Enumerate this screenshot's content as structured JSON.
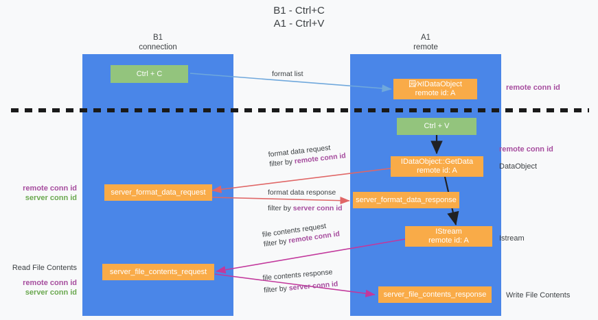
{
  "title": {
    "line1": "B1 - Ctrl+C",
    "line2": "A1 - Ctrl+V"
  },
  "lanes": [
    {
      "id": "b1",
      "title": "B1",
      "subtitle": "connection"
    },
    {
      "id": "a1",
      "title": "A1",
      "subtitle": "remote"
    }
  ],
  "nodes": {
    "ctrl_c": {
      "label": "Ctrl + C",
      "color": "#93c47d"
    },
    "ctrl_v": {
      "label": "Ctrl + V",
      "color": "#93c47d"
    },
    "data_object_remote": {
      "line1": "园⁄אIDataObject",
      "line2": "remote id: A",
      "color": "#f9ab48"
    },
    "get_data": {
      "line1": "IDataObject::GetData",
      "line2": "remote id: A",
      "color": "#f9ab48"
    },
    "istream": {
      "line1": "IStream",
      "line2": "remote id: A",
      "color": "#f9ab48"
    },
    "server_format_data_request": {
      "label": "server_format_data_request",
      "color": "#f9ab48"
    },
    "server_format_data_response": {
      "label": "server_format_data_response",
      "color": "#f9ab48"
    },
    "server_file_contents_request": {
      "label": "server_file_contents_request",
      "color": "#f9ab48"
    },
    "server_file_contents_response": {
      "label": "server_file_contents_response",
      "color": "#f9ab48"
    }
  },
  "edges": {
    "format_list": {
      "line1": "format list",
      "color": "#6fa8dc"
    },
    "format_data_request": {
      "line1": "format data request",
      "prefix": "filter by ",
      "highlight": "remote conn id",
      "color": "#e06666"
    },
    "format_data_response": {
      "line1": "format data response",
      "prefix": "filter by ",
      "highlight": "server conn id",
      "color": "#e06666"
    },
    "file_contents_request": {
      "line1": "file contents request",
      "prefix": "filter by ",
      "highlight": "remote conn id",
      "color": "#c2389c"
    },
    "file_contents_response": {
      "line1": "file contents response",
      "prefix": "filter by ",
      "highlight": "server conn id",
      "color": "#c2389c"
    }
  },
  "annotations": {
    "right_top": {
      "text": "remote conn id",
      "color": "#a64d9e"
    },
    "right_mid": {
      "text": "remote conn id",
      "color": "#a64d9e"
    },
    "right_dataobject": {
      "text": "DataObject",
      "color": "#3c4043"
    },
    "right_istream": {
      "text": "Istream",
      "color": "#3c4043"
    },
    "right_write": {
      "text": "Write File Contents",
      "color": "#3c4043"
    },
    "left_mid": {
      "remote": "remote conn id",
      "server": "server conn id"
    },
    "left_read": {
      "heading": "Read File Contents",
      "remote": "remote conn id",
      "server": "server conn id"
    }
  },
  "colors": {
    "lane": "#4a86e8",
    "green": "#93c47d",
    "orange": "#f9ab48",
    "divider": "#1a1a1a",
    "purple": "#a64d9e",
    "green_text": "#6aa84f",
    "red_arrow": "#e06666",
    "magenta_arrow": "#c2389c",
    "blue_arrow": "#6fa8dc",
    "background": "#f8f9fa"
  }
}
